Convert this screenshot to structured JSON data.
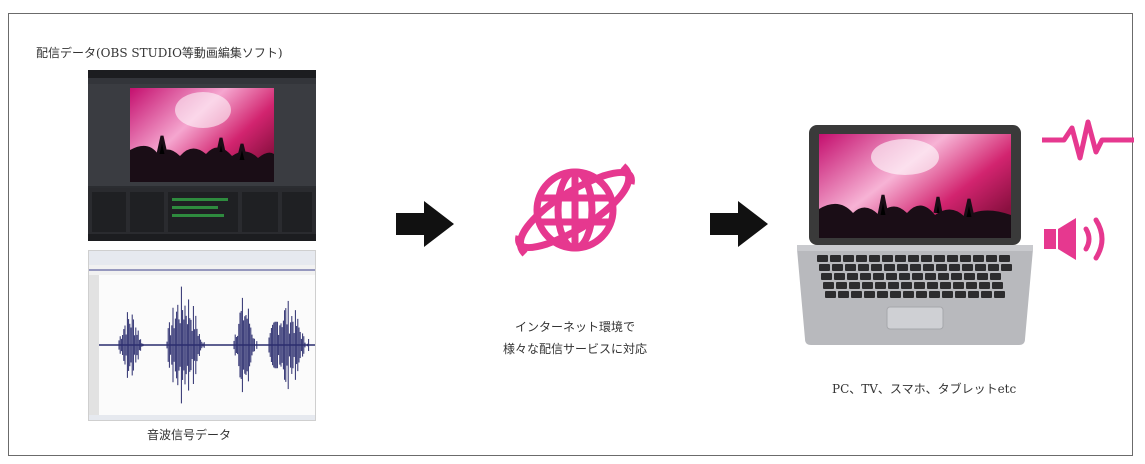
{
  "title": "配信データ(OBS STUDIO等動画編集ソフト)",
  "obs_label": "",
  "audio_label": "音波信号データ",
  "network": {
    "line1": "インターネット環境で",
    "line2": "様々な配信サービスに対応"
  },
  "devices_label": "PC、TV、スマホ、タブレットetc",
  "icons": {
    "arrow1": "right-arrow-icon",
    "arrow2": "right-arrow-icon",
    "globe": "globe-icon",
    "laptop": "laptop-icon",
    "pulse": "sound-wave-icon",
    "speaker": "speaker-icon"
  },
  "colors": {
    "accent": "#e6388f",
    "arrow": "#111111",
    "frame": "#6b6b6b"
  }
}
